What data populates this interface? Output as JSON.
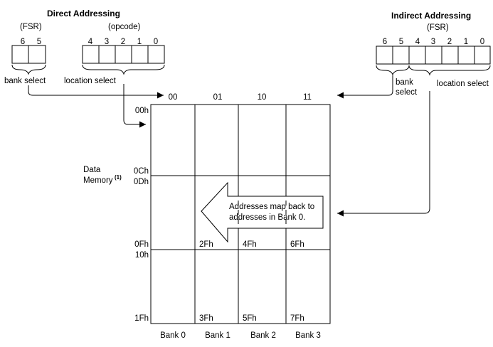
{
  "direct": {
    "title": "Direct Addressing",
    "fsr_label": "(FSR)",
    "opcode_label": "(opcode)",
    "fsr_bits": [
      "6",
      "5"
    ],
    "opcode_bits": [
      "4",
      "3",
      "2",
      "1",
      "0"
    ],
    "bank_select": "bank select",
    "location_select": "location select"
  },
  "indirect": {
    "title": "Indirect Addressing",
    "fsr_label": "(FSR)",
    "bits": [
      "6",
      "5",
      "4",
      "3",
      "2",
      "1",
      "0"
    ],
    "bank_select_1": "bank",
    "bank_select_2": "select",
    "location_select": "location select"
  },
  "memory": {
    "label_1": "Data",
    "label_2": "Memory",
    "footnote": "(1)",
    "bank_codes": [
      "00",
      "01",
      "10",
      "11"
    ],
    "row_addresses": [
      "00h",
      "0Ch",
      "0Dh",
      "0Fh",
      "10h",
      "1Fh"
    ],
    "region_ends": [
      "2Fh",
      "4Fh",
      "6Fh",
      "3Fh",
      "5Fh",
      "7Fh"
    ],
    "banks": [
      "Bank 0",
      "Bank 1",
      "Bank 2",
      "Bank 3"
    ],
    "note_1": "Addresses map back to",
    "note_2": "addresses in Bank 0."
  }
}
